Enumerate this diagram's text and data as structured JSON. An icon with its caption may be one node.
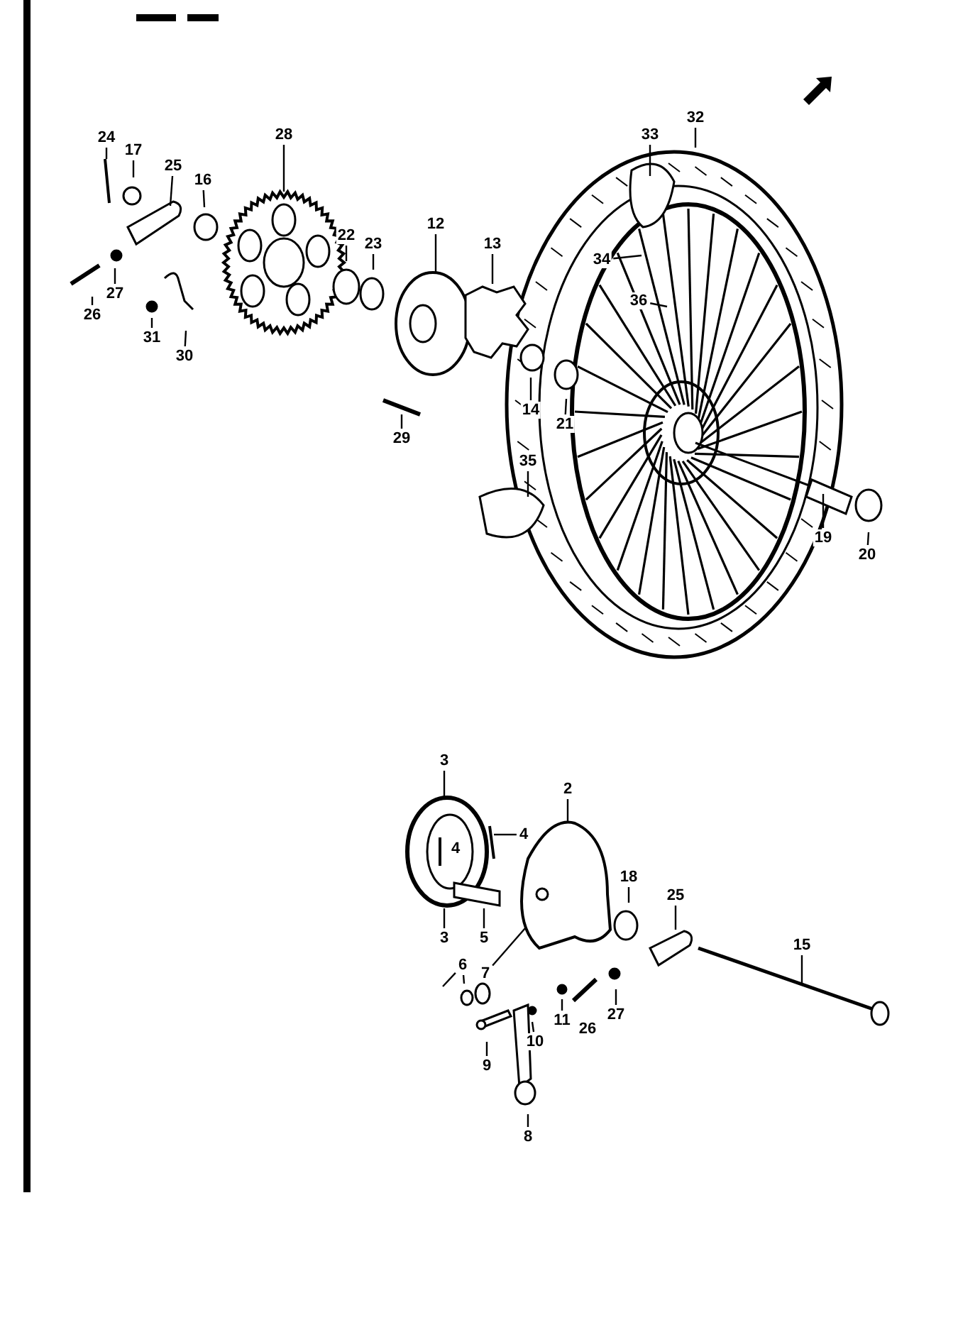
{
  "diagram": {
    "nodes": [
      {
        "text": [
          "24"
        ]
      },
      {
        "text": [
          "17"
        ]
      },
      {
        "text": [
          "25"
        ]
      },
      {
        "text": [
          "16"
        ]
      },
      {
        "text": [
          "28"
        ]
      },
      {
        "text": [
          "22"
        ]
      },
      {
        "text": [
          "23"
        ]
      },
      {
        "text": [
          "12"
        ]
      },
      {
        "text": [
          "13"
        ]
      },
      {
        "text": [
          "26"
        ]
      },
      {
        "text": [
          "27"
        ]
      },
      {
        "text": [
          "31"
        ]
      },
      {
        "text": [
          "30"
        ]
      },
      {
        "text": [
          "29"
        ]
      },
      {
        "text": [
          "14"
        ]
      },
      {
        "text": [
          "21"
        ]
      },
      {
        "text": [
          "33"
        ]
      },
      {
        "text": [
          "32"
        ]
      },
      {
        "text": [
          "34"
        ]
      },
      {
        "text": [
          "36"
        ]
      },
      {
        "text": [
          "35"
        ]
      },
      {
        "text": [
          "19"
        ]
      },
      {
        "text": [
          "20"
        ]
      },
      {
        "text": [
          "3"
        ]
      },
      {
        "text": [
          "4"
        ]
      },
      {
        "text": [
          "3"
        ]
      },
      {
        "text": [
          "5"
        ]
      },
      {
        "text": [
          "2"
        ]
      },
      {
        "text": [
          "6"
        ]
      },
      {
        "text": [
          "7"
        ]
      },
      {
        "text": [
          "18"
        ]
      },
      {
        "text": [
          "25"
        ]
      },
      {
        "text": [
          "15"
        ]
      },
      {
        "text": [
          "11"
        ]
      },
      {
        "text": [
          "10"
        ]
      },
      {
        "text": [
          "26"
        ]
      },
      {
        "text": [
          "27"
        ]
      },
      {
        "text": [
          "9"
        ]
      },
      {
        "text": [
          "8"
        ]
      }
    ],
    "edges": [
      {
        "from": 0,
        "to": null,
        "arrow": "none"
      },
      {
        "from": 1,
        "to": null,
        "arrow": "none"
      },
      {
        "from": 2,
        "to": null,
        "arrow": "none"
      },
      {
        "from": 3,
        "to": null,
        "arrow": "none"
      },
      {
        "from": 4,
        "to": null,
        "arrow": "none"
      },
      {
        "from": 5,
        "to": null,
        "arrow": "none"
      },
      {
        "from": 6,
        "to": null,
        "arrow": "none"
      },
      {
        "from": 7,
        "to": null,
        "arrow": "none"
      },
      {
        "from": 8,
        "to": null,
        "arrow": "none"
      },
      {
        "from": 9,
        "to": null,
        "arrow": "none"
      },
      {
        "from": 10,
        "to": null,
        "arrow": "none"
      },
      {
        "from": 11,
        "to": null,
        "arrow": "none"
      },
      {
        "from": 12,
        "to": null,
        "arrow": "none"
      },
      {
        "from": 13,
        "to": null,
        "arrow": "none"
      },
      {
        "from": 14,
        "to": null,
        "arrow": "none"
      },
      {
        "from": 15,
        "to": null,
        "arrow": "none"
      },
      {
        "from": 16,
        "to": null,
        "arrow": "none"
      },
      {
        "from": 17,
        "to": null,
        "arrow": "none"
      },
      {
        "from": 18,
        "to": null,
        "arrow": "none"
      },
      {
        "from": 19,
        "to": null,
        "arrow": "none"
      },
      {
        "from": 20,
        "to": null,
        "arrow": "none"
      },
      {
        "from": 21,
        "to": null,
        "arrow": "none"
      },
      {
        "from": 22,
        "to": null,
        "arrow": "none"
      },
      {
        "from": 23,
        "to": null,
        "arrow": "none"
      },
      {
        "from": 24,
        "to": null,
        "arrow": "none"
      },
      {
        "from": 25,
        "to": null,
        "arrow": "none"
      },
      {
        "from": 26,
        "to": null,
        "arrow": "none"
      },
      {
        "from": 27,
        "to": null,
        "arrow": "none"
      },
      {
        "from": 28,
        "to": null,
        "arrow": "none"
      },
      {
        "from": 28,
        "to": null,
        "arrow": "none"
      },
      {
        "from": 29,
        "to": null,
        "arrow": "none"
      },
      {
        "from": 30,
        "to": null,
        "arrow": "none"
      },
      {
        "from": 31,
        "to": null,
        "arrow": "none"
      },
      {
        "from": 32,
        "to": null,
        "arrow": "none"
      },
      {
        "from": 33,
        "to": null,
        "arrow": "none"
      },
      {
        "from": 34,
        "to": null,
        "arrow": "none"
      },
      {
        "from": 36,
        "to": null,
        "arrow": "none"
      },
      {
        "from": 37,
        "to": null,
        "arrow": "none"
      },
      {
        "from": 38,
        "to": null,
        "arrow": "none"
      }
    ],
    "labels": [
      "4"
    ]
  }
}
